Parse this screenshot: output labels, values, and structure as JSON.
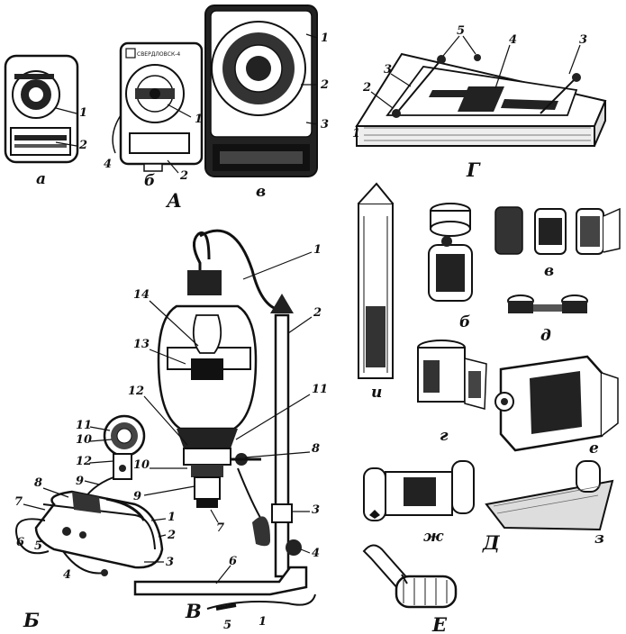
{
  "groups": {
    "A": "А",
    "B": "Б",
    "V": "В",
    "G": "Г",
    "D": "Д",
    "E": "Е"
  },
  "subs": {
    "a": "а",
    "b": "б",
    "v": "в",
    "g": "г",
    "d": "д",
    "e": "е",
    "zh": "ж",
    "z": "з",
    "i": "и"
  },
  "exposure_meter_label": "СВЕРДЛОВСК-4"
}
